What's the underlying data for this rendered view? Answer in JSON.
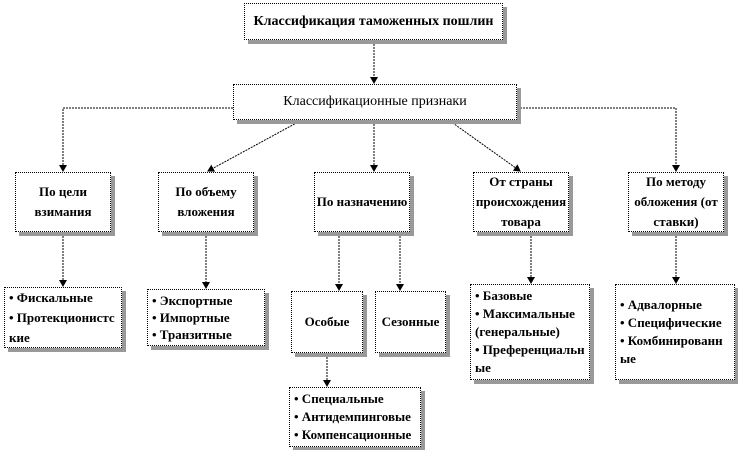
{
  "title": "Классификация таможенных пошлин",
  "criteria": "Классификационные  признаки",
  "categories": [
    {
      "label": "По цели взимания",
      "items": [
        "• Фискальные",
        "• Протекционистские"
      ]
    },
    {
      "label": "По объему вложения",
      "items": [
        "• Экспортные",
        "• Импортные",
        "• Транзитные"
      ]
    },
    {
      "label": "По назначению",
      "children": [
        "Особые",
        "Сезонные"
      ],
      "sub_items": [
        "• Специальные",
        "• Антидемпинговые",
        "• Компенсационные"
      ]
    },
    {
      "label": "От страны происхождения товара",
      "items": [
        "• Базовые",
        "• Максимальные (генеральные)",
        "• Преференциальные"
      ]
    },
    {
      "label": "По методу обложения (от ставки)",
      "items": [
        "• Адвалорные",
        "• Специфические",
        "• Комбинированные"
      ]
    }
  ]
}
